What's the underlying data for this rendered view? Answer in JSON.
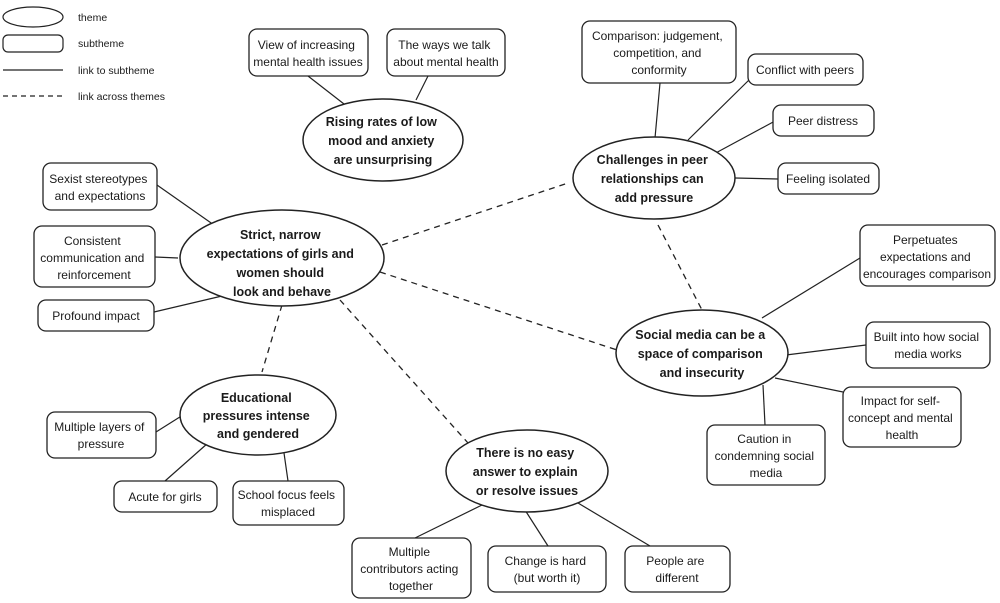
{
  "legend": {
    "theme": "theme",
    "subtheme": "subtheme",
    "link_to_subtheme": "link to subtheme",
    "link_across_themes": "link across themes"
  },
  "themes": {
    "rising": [
      "Rising rates of low",
      "mood and anxiety",
      "are unsurprising"
    ],
    "peer": [
      "Challenges in peer",
      "relationships can",
      "add pressure"
    ],
    "strict": [
      "Strict, narrow",
      "expectations of girls and",
      "women should",
      "look and behave"
    ],
    "social": [
      "Social media can be a",
      "space of comparison",
      "and insecurity"
    ],
    "educ": [
      "Educational",
      "pressures intense",
      "and gendered"
    ],
    "easy": [
      "There is no easy",
      "answer to explain",
      "or resolve issues"
    ]
  },
  "subthemes": {
    "view": [
      "View of increasing",
      "mental health issues"
    ],
    "ways": [
      "The ways we talk",
      "about mental health"
    ],
    "comparison": [
      "Comparison: judgement,",
      "competition, and",
      "conformity"
    ],
    "conflict": [
      "Conflict with peers"
    ],
    "distress": [
      "Peer distress"
    ],
    "isolated": [
      "Feeling isolated"
    ],
    "sexist": [
      "Sexist stereotypes",
      "and expectations"
    ],
    "consistent": [
      "Consistent",
      "communication and",
      "reinforcement"
    ],
    "profound": [
      "Profound impact"
    ],
    "perpetuates": [
      "Perpetuates",
      "expectations and",
      "encourages comparison"
    ],
    "built": [
      "Built into how social",
      "media works"
    ],
    "impact": [
      "Impact for self-",
      "concept and mental",
      "health"
    ],
    "caution": [
      "Caution in",
      "condemning social",
      "media"
    ],
    "layers": [
      "Multiple layers of",
      "pressure"
    ],
    "acute": [
      "Acute for girls"
    ],
    "school": [
      "School focus feels",
      "misplaced"
    ],
    "multiple": [
      "Multiple",
      "contributors acting",
      "together"
    ],
    "change": [
      "Change is hard",
      "(but worth it)"
    ],
    "people": [
      "People are",
      "different"
    ]
  }
}
